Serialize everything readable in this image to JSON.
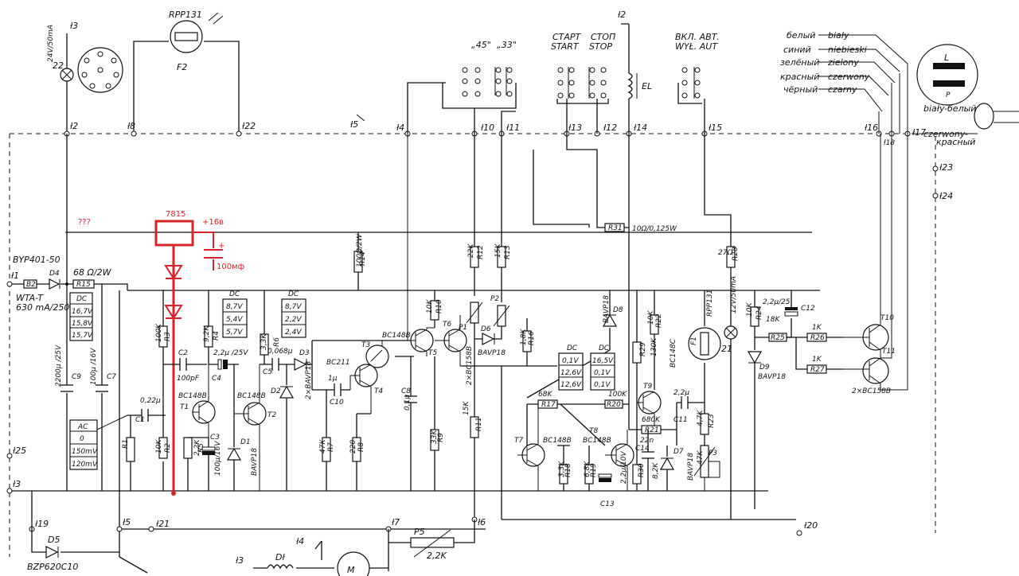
{
  "terminals": [
    {
      "id": "t2a",
      "label": "ł2"
    },
    {
      "id": "t3top",
      "label": "ł3"
    },
    {
      "id": "t8",
      "label": "ł8"
    },
    {
      "id": "t22",
      "label": "ł22"
    },
    {
      "id": "t5a",
      "label": "ł5"
    },
    {
      "id": "t4",
      "label": "ł4"
    },
    {
      "id": "t10",
      "label": "ł10"
    },
    {
      "id": "t11",
      "label": "ł11"
    },
    {
      "id": "t13",
      "label": "ł13"
    },
    {
      "id": "t12",
      "label": "ł12"
    },
    {
      "id": "t14",
      "label": "ł14"
    },
    {
      "id": "t15",
      "label": "ł15"
    },
    {
      "id": "t2b",
      "label": "ł2"
    },
    {
      "id": "t16",
      "label": "ł16"
    },
    {
      "id": "t18",
      "label": "ł18"
    },
    {
      "id": "t17",
      "label": "ł17"
    },
    {
      "id": "t23",
      "label": "ł23"
    },
    {
      "id": "t24",
      "label": "ł24"
    },
    {
      "id": "t1",
      "label": "ł1"
    },
    {
      "id": "t25",
      "label": "ł25"
    },
    {
      "id": "t3",
      "label": "ł3"
    },
    {
      "id": "t19",
      "label": "ł19"
    },
    {
      "id": "t5b",
      "label": "ł5"
    },
    {
      "id": "t21",
      "label": "ł21"
    },
    {
      "id": "t7",
      "label": "ł7"
    },
    {
      "id": "t6",
      "label": "ł6"
    },
    {
      "id": "t20",
      "label": "ł20"
    },
    {
      "id": "t4b",
      "label": "ł4"
    },
    {
      "id": "t3b",
      "label": "ł3"
    }
  ],
  "labels": {
    "lamp": "24V/50mA",
    "lamp_num": "22",
    "rpp_top": "RPP131",
    "f2": "F2",
    "sw45": "„45\"",
    "sw33": "„33\"",
    "start_ru": "СТАРТ",
    "start_pl": "START",
    "stop_ru": "СТОП",
    "stop_pl": "STOP",
    "auto_ru": "ВКЛ. АВТ.",
    "auto_pl": "WYŁ. AUT",
    "el": "EL",
    "w1_ru": "белый",
    "w1_pl": "biały",
    "w2_ru": "синий",
    "w2_pl": "niebieski",
    "w3_ru": "зелёный",
    "w3_pl": "zielony",
    "w4_ru": "красный",
    "w4_pl": "czerwony",
    "w5_ru": "чёрный",
    "w5_pl": "czarny",
    "coil_l": "L",
    "coil_p": "P",
    "out1": "biały-белый",
    "out2": "czerwony-",
    "out3": "красный",
    "qqq": "???",
    "reg": "7815",
    "v16": "+16в",
    "plus": "+",
    "cap100": "100мф",
    "byp": "BYP401-50",
    "b2": "B2",
    "d4": "D4",
    "fuse": "WTA-T",
    "fuse_val": "630 mA/250V",
    "r15v": "68 Ω/2W",
    "r15": "R15",
    "c9v": "2200μ /25V",
    "c9": "C9",
    "c7v": "100μ /16V",
    "c7": "C7",
    "r3v": "100K",
    "r3": "R3",
    "r2v": "10K",
    "r2": "R2",
    "r1": "R1",
    "c2": "C2",
    "c2v": "100pF",
    "r4v": "9,2K",
    "r4": "R4",
    "c4v": "2,2μ /25V",
    "c4": "C4",
    "c1v": "0,22μ",
    "c1": "C1",
    "t1v": "BC148B",
    "t1": "T1",
    "t2v": "BC148B",
    "t2": "T2",
    "r5v": "2,2K",
    "r5": "R5",
    "c3": "C3",
    "c3v": "100μ/16V",
    "d1": "D1",
    "d1v": "BAVP18",
    "r6v": "3,3K",
    "r6": "R6",
    "c5v": "0,068μ",
    "c5": "C5",
    "d3": "D3",
    "d2": "D2",
    "d2v": "2×BAVP18",
    "bc211": "BC211",
    "t3": "T3",
    "t3v": "BC148B",
    "t4": "T4",
    "c10": "C10",
    "c10v": "1μ",
    "r7v": "47K",
    "r7": "R7",
    "r8v": "220",
    "r8": "R8",
    "r14v": "100Ω/2W",
    "r14": "R14",
    "c8": "C8",
    "c8v": "0,1μ",
    "r9v": "33K",
    "r9": "R9",
    "r10v": "10K",
    "r10": "R10",
    "t5": "T5",
    "t6": "T6",
    "t56v": "2×BC158B",
    "r12v": "22K",
    "r12": "R12",
    "r13v": "15K",
    "r13": "R13",
    "p1": "P1",
    "p2": "P2",
    "d6": "D6",
    "d6v": "BAVP18",
    "r11v": "15K",
    "r11": "R11",
    "r16v": "1,8K",
    "r16": "R16",
    "d8": "D8",
    "d8v": "BAVP18",
    "r31": "R31",
    "r31v": "10Ω/0,125W",
    "r17v": "68K",
    "r17": "R17",
    "r20v": "100K",
    "r20": "R20",
    "t7": "T7",
    "t7v": "BC148B",
    "t8": "T8",
    "t8v": "BC148B",
    "r18v": "3,3K",
    "r18": "R18",
    "r19v": "6,8K",
    "r19": "R19",
    "c13": "C13",
    "c13v": "2,2μ/10V",
    "r22v": "10K",
    "r22": "R22",
    "r29v": "130K",
    "r29": "R29",
    "t9": "T9",
    "t9v": "BC148C",
    "r21v": "680K",
    "r21": "R21",
    "c14": "C14",
    "c14v": "22n",
    "r30": "R30",
    "r30v": "8,2K",
    "d7": "D7",
    "d7v": "BAVP18",
    "f1": "F1",
    "rpp131": "RPP131",
    "c11": "C11",
    "c11v": "2,2μ",
    "r23": "R23",
    "r23v": "4,7K",
    "p3": "P3",
    "p3v": "47K",
    "r28v": "27Ω",
    "r28": "R28",
    "lamp21v": "12V/50mA",
    "lamp21": "21",
    "r24v": "10K",
    "r24": "R24",
    "d9": "D9",
    "d9v": "BAVP18",
    "c12": "C12",
    "c12v": "2,2μ/25",
    "r25": "R25",
    "r25v": "18K",
    "r26": "R26",
    "r26v": "1K",
    "r27": "R27",
    "r27v": "1K",
    "t10": "T10",
    "t11": "T11",
    "t1011v": "2×BC158B",
    "d5": "D5",
    "d5v": "BZP620C10",
    "p5": "P5",
    "p5v": "2,2K",
    "dl": "Dł",
    "motor": "M"
  },
  "tables": {
    "dc1": {
      "title": "DC",
      "rows": [
        "16,7V",
        "15,8V",
        "15,7V"
      ]
    },
    "ac1": {
      "title": "AC",
      "rows": [
        "0",
        "150mV",
        "120mV"
      ]
    },
    "dc2": {
      "title": "DC",
      "rows": [
        "8,7V",
        "5,4V",
        "5,7V"
      ]
    },
    "dc3": {
      "title": "DC",
      "rows": [
        "8,7V",
        "2,2V",
        "2,4V"
      ]
    },
    "dc4": {
      "title": "DC",
      "rows": [
        "0,1V",
        "12,6V",
        "12,6V"
      ]
    },
    "dc5": {
      "title": "DC",
      "rows": [
        "16,5V",
        "0,1V",
        "0,1V"
      ]
    }
  },
  "colors": {
    "ink": "#111111",
    "annotation": "#d6242a",
    "paper": "#ffffff"
  }
}
